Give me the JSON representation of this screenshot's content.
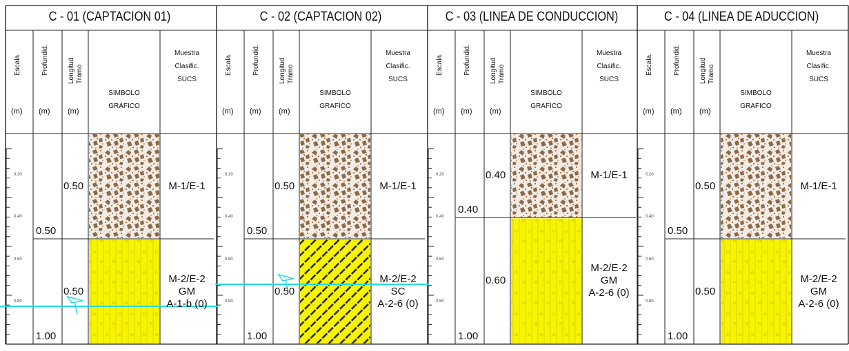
{
  "panels": [
    {
      "title": "C - 01 (CAPTACION 01)",
      "headers": {
        "escala": "Escala.",
        "profundidad": "Profundid.",
        "longitud": "Longitud Tramo",
        "simbolo": [
          "SIMBOLO",
          "GRAFICO"
        ],
        "muestra": [
          "Muestra",
          "Clasific.",
          "SUCS"
        ],
        "units": [
          "(m)",
          "(m)",
          "(m)"
        ]
      },
      "ticks": [
        "0.20",
        "0.40",
        "0.60",
        "0.80"
      ],
      "depths": [
        "0.50",
        "1.00"
      ],
      "layers": [
        {
          "length": "0.50",
          "sample": [
            "M-1/E-1"
          ],
          "pattern": "gravel-brown"
        },
        {
          "length": "0.50",
          "sample": [
            "M-2/E-2",
            "GM",
            "A-1-b (0)"
          ],
          "pattern": "yellow-vertical"
        }
      ],
      "water_table": true
    },
    {
      "title": "C - 02 (CAPTACION 02)",
      "headers": {
        "escala": "Escala.",
        "profundidad": "Profundid.",
        "longitud": "Longitud Tramo",
        "simbolo": [
          "SIMBOLO",
          "GRAFICO"
        ],
        "muestra": [
          "Muestra",
          "Clasific.",
          "SUCS"
        ],
        "units": [
          "(m)",
          "(m)",
          "(m)"
        ]
      },
      "ticks": [
        "0.20",
        "0.40",
        "0.60",
        "0.80"
      ],
      "depths": [
        "0.50",
        "1.00"
      ],
      "layers": [
        {
          "length": "0.50",
          "sample": [
            "M-1/E-1"
          ],
          "pattern": "gravel-brown"
        },
        {
          "length": "0.50",
          "sample": [
            "M-2/E-2",
            "SC",
            "A-2-6 (0)"
          ],
          "pattern": "yellow-diagonal"
        }
      ],
      "water_table": true
    },
    {
      "title": "C - 03 (LINEA DE CONDUCCION)",
      "headers": {
        "escala": "Escala.",
        "profundidad": "Profundid.",
        "longitud": "Longitud Tramo",
        "simbolo": [
          "SIMBOLO",
          "GRAFICO"
        ],
        "muestra": [
          "Muestra",
          "Clasific.",
          "SUCS"
        ],
        "units": [
          "(m)",
          "(m)",
          "(m)"
        ]
      },
      "ticks": [
        "0.20",
        "0.40",
        "0.60",
        "0.80"
      ],
      "depths": [
        "0.40",
        "1.00"
      ],
      "layers": [
        {
          "length": "0.40",
          "sample": [
            "M-1/E-1"
          ],
          "pattern": "gravel-brown"
        },
        {
          "length": "0.60",
          "sample": [
            "M-2/E-2",
            "GM",
            "A-2-6 (0)"
          ],
          "pattern": "yellow-vertical"
        }
      ],
      "water_table": false
    },
    {
      "title": "C - 04 (LINEA DE ADUCCION)",
      "headers": {
        "escala": "Escala.",
        "profundidad": "Profundid.",
        "longitud": "Longitud Tramo",
        "simbolo": [
          "SIMBOLO",
          "GRAFICO"
        ],
        "muestra": [
          "Muestra",
          "Clasific.",
          "SUCS"
        ],
        "units": [
          "(m)",
          "(m)",
          "(m)"
        ]
      },
      "ticks": [
        "0.20",
        "0.40",
        "0.60",
        "0.80"
      ],
      "depths": [
        "0.50",
        "1.00"
      ],
      "layers": [
        {
          "length": "0.50",
          "sample": [
            "M-1/E-1"
          ],
          "pattern": "gravel-brown"
        },
        {
          "length": "0.50",
          "sample": [
            "M-2/E-2",
            "GM",
            "A-2-6 (0)"
          ],
          "pattern": "yellow-vertical"
        }
      ],
      "water_table": false
    }
  ],
  "colors": {
    "line": "#222222",
    "gravel_light": "#f2ece4",
    "gravel_brown": "#8a6a4a",
    "gravel_dot": "#b34a12",
    "yellow": "#f8f400",
    "yellow_line": "#ddd400",
    "hatch": "#222222",
    "water": "#22dde3"
  }
}
